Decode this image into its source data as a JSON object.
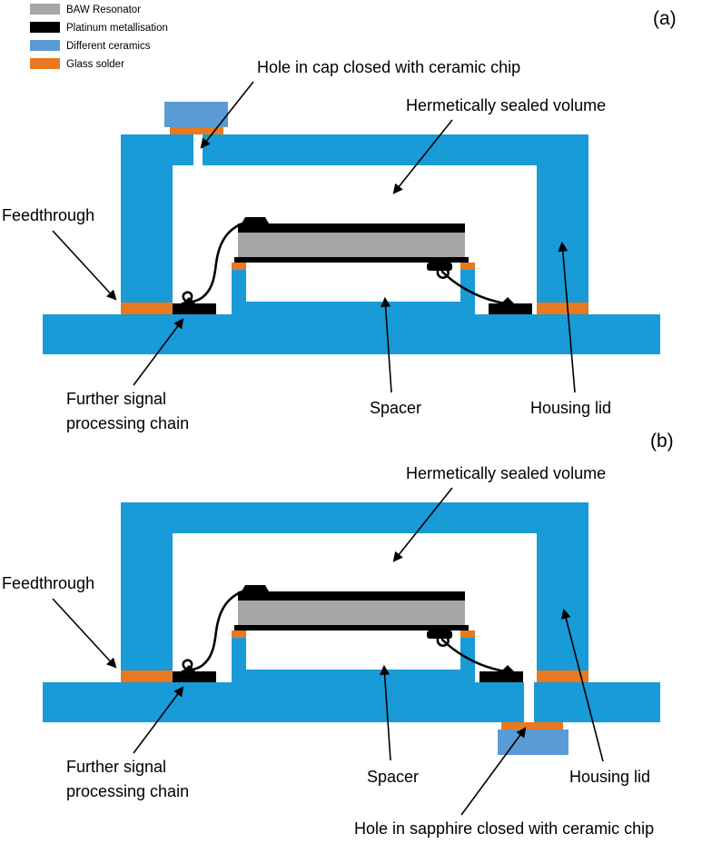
{
  "colors": {
    "housing": "#189BD7",
    "ceramic": "#5B9BD5",
    "solder": "#E87920",
    "resonator": "#A6A6A6",
    "metal": "#000000"
  },
  "legend": {
    "items": [
      {
        "label": "BAW Resonator",
        "color": "#A6A6A6"
      },
      {
        "label": "Platinum metallisation",
        "color": "#000000"
      },
      {
        "label": "Different ceramics",
        "color": "#5B9BD5"
      },
      {
        "label": "Glass solder",
        "color": "#E87920"
      }
    ]
  },
  "panel_a": {
    "tag": "(a)",
    "labels": {
      "hole": "Hole in cap closed with ceramic chip",
      "sealed_volume": "Hermetically sealed volume",
      "feedthrough": "Feedthrough",
      "signal_line1": "Further signal",
      "signal_line2": "processing chain",
      "spacer": "Spacer",
      "housing_lid": "Housing lid"
    }
  },
  "panel_b": {
    "tag": "(b)",
    "labels": {
      "sealed_volume": "Hermetically sealed volume",
      "feedthrough": "Feedthrough",
      "signal_line1": "Further signal",
      "signal_line2": "processing chain",
      "spacer": "Spacer",
      "housing_lid": "Housing lid",
      "hole": "Hole in sapphire closed with ceramic chip"
    }
  }
}
